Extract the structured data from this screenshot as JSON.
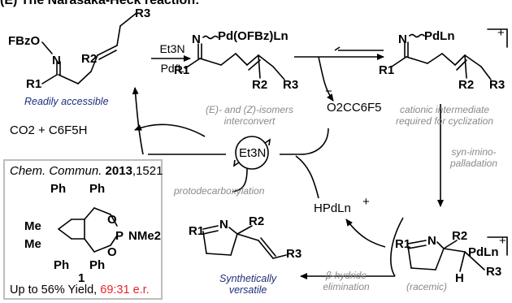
{
  "header": "(E) The Narasaka-Heck reaction:",
  "conditions": {
    "base": "Et3N",
    "catalyst": "Pd/L"
  },
  "structures": {
    "substrate": {
      "oxime_group": "FBzO",
      "R1": "R1",
      "R2": "R2",
      "R3": "R3",
      "N": "N"
    },
    "oxidative_adduct": {
      "metal": "Pd(OFBz)Ln",
      "N": "N"
    },
    "cationic": {
      "metal": "PdLn",
      "charge": "+"
    },
    "alkyl_pd": {
      "metal": "PdLn",
      "H": "H",
      "charge": "+"
    },
    "product": {
      "N": "N"
    },
    "ligand": {
      "substituent": "Ph",
      "methyl": "Me",
      "amine": "NMe2",
      "P": "P",
      "O": "O",
      "compound_number": "1"
    }
  },
  "species": {
    "carboxylate": "O2CC6F5",
    "byproducts": "CO2 + C6F5H",
    "et3n_cycle": "Et3N",
    "hydride": "HPdLn",
    "charge_plus": "+",
    "charge_minus": "−"
  },
  "notes": {
    "readily": "Readily accessible",
    "isomers_line1": "(E)- and (Z)-isomers",
    "isomers_line2": "interconvert",
    "cationic_line1": "cationic intermediate",
    "cationic_line2": "required for cyclization",
    "syn_line1": "syn-imino-",
    "syn_line2": "palladation",
    "protodecarb": "protodecarboxylation",
    "beta_line1": "β-hydride",
    "beta_line2": "elimination",
    "synthetically_line1": "Synthetically",
    "synthetically_line2": "versatile",
    "racemic": "(racemic)"
  },
  "reference": {
    "journal": "Chem. Commun.",
    "year": "2013",
    "page": ",1521",
    "yield_text": "Up to 56% Yield, ",
    "er": "69:31 e.r."
  },
  "colors": {
    "blue_note": "#1f2d7a",
    "grey_note": "#8a8a8a",
    "er_red": "#e8232a",
    "box_border": "#bdbdbd"
  }
}
